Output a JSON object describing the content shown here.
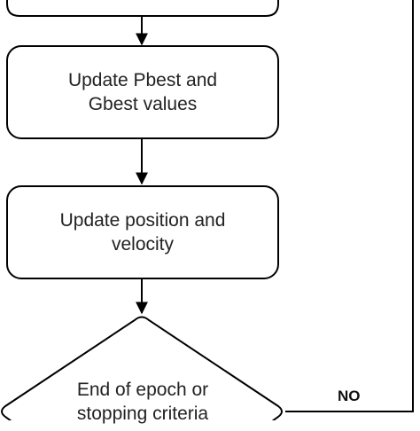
{
  "nodes": {
    "top_box": {
      "text": ""
    },
    "update_pbest": {
      "text": "Update Pbest and\nGbest values"
    },
    "update_position": {
      "text": "Update position and\nvelocity"
    },
    "decision": {
      "text": "End of epoch or\nstopping criteria"
    }
  },
  "edges": {
    "no_label": "NO"
  },
  "colors": {
    "stroke": "#000000",
    "fill": "#ffffff",
    "text": "#222222"
  }
}
